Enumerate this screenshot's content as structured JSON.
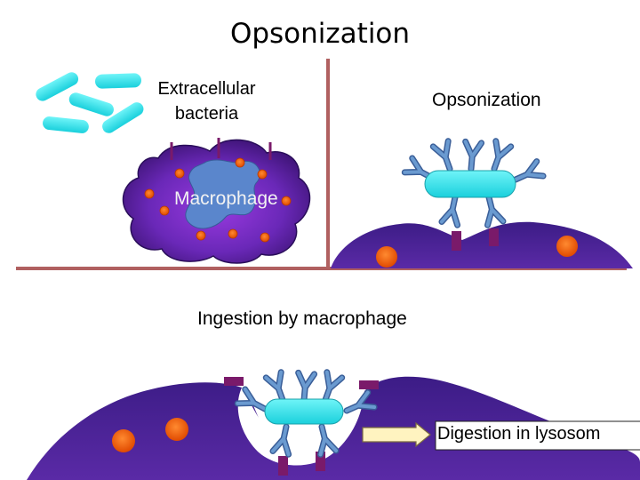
{
  "title": "Opsonization",
  "panels": {
    "top_left": {
      "label": "Extracellular bacteria",
      "cell_label": "Macrophage"
    },
    "top_right": {
      "label": "Opsonization"
    },
    "bottom": {
      "label": "Ingestion by macrophage",
      "arrow_label": "Digestion in lysosom"
    }
  },
  "colors": {
    "bacterium": "#33e0e8",
    "macrophage": "#4a1a8a",
    "divider": "#b06060",
    "antibody": "#4a7ab8",
    "receptor": "#7a1a6a",
    "granule": "#ff6a10"
  }
}
